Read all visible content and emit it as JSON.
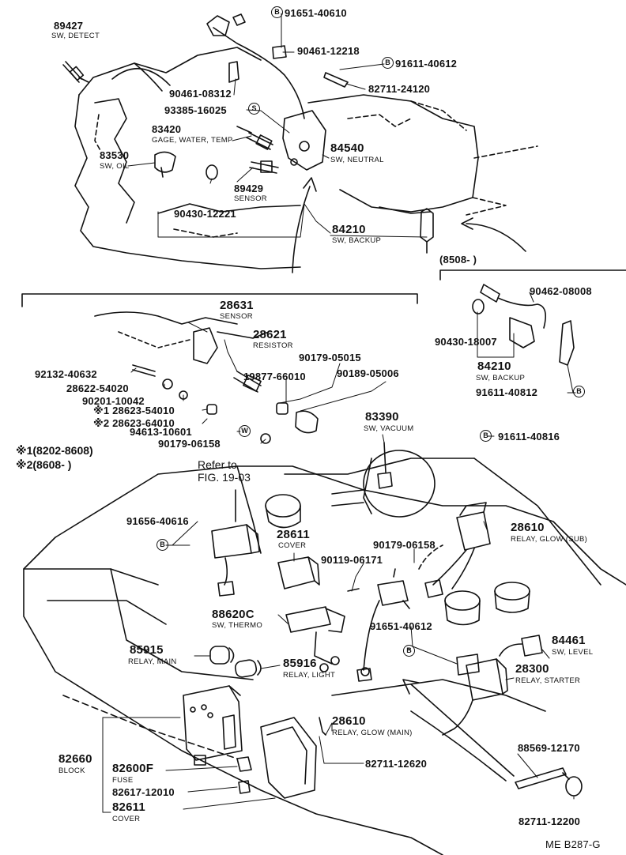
{
  "parts": {
    "p89427": "89427",
    "n89427": "SW, DETECT",
    "p91651_40610": "91651-40610",
    "p90461_12218": "90461-12218",
    "p91611_40612": "91611-40612",
    "p82711_24120": "82711-24120",
    "p90461_08312": "90461-08312",
    "p93385_16025": "93385-16025",
    "p83420": "83420",
    "n83420": "GAGE, WATER, TEMP",
    "p83530": "83530",
    "n83530": "SW, OIL",
    "p84540": "84540",
    "n84540": "SW, NEUTRAL",
    "p89429": "89429",
    "n89429": "SENSOR",
    "p90430_12221": "90430-12221",
    "p84210a": "84210",
    "n84210a": "SW, BACKUP",
    "range8508": "(8508-        )",
    "p90462_08008": "90462-08008",
    "p90430_18007": "90430-18007",
    "p84210b": "84210",
    "n84210b": "SW, BACKUP",
    "p91611_40812": "91611-40812",
    "p28631": "28631",
    "n28631": "SENSOR",
    "p28621": "28621",
    "n28621": "RESISTOR",
    "p92132_40632": "92132-40632",
    "p90179_05015": "90179-05015",
    "p19877_66010": "19877-66010",
    "p90189_05006": "90189-05006",
    "p28622_54020": "28622-54020",
    "p90201_10042": "90201-10042",
    "p28623_54010": "※1 28623-54010",
    "p28623_64010": "※2 28623-64010",
    "p94613_10601": "94613-10601",
    "p90179_06158a": "90179-06158",
    "p83390": "83390",
    "n83390": "SW, VACUUM",
    "p91611_40816": "91611-40816",
    "note1": "※1(8202-8608)",
    "note2": "※2(8608-        )",
    "refer": "Refer to",
    "fig": "FIG. 19-03",
    "p91656_40616": "91656-40616",
    "p28611": "28611",
    "n28611": "COVER",
    "p90179_06158b": "90179-06158",
    "p90119_06171": "90119-06171",
    "p28610a": "28610",
    "n28610a": "RELAY, GLOW (SUB)",
    "p88620c": "88620C",
    "n88620c": "SW, THERMO",
    "p91651_40612": "91651-40612",
    "p84461": "84461",
    "n84461": "SW, LEVEL",
    "p85915": "85915",
    "n85915": "RELAY, MAIN",
    "p85916": "85916",
    "n85916": "RELAY, LIGHT",
    "p28300": "28300",
    "n28300": "RELAY, STARTER",
    "p28610b": "28610",
    "n28610b": "RELAY, GLOW (MAIN)",
    "p88569_12170": "88569-12170",
    "p82660": "82660",
    "n82660": "BLOCK",
    "p82600f": "82600F",
    "n82600f": "FUSE",
    "p82711_12620": "82711-12620",
    "p82617_12010": "82617-12010",
    "p82611": "82611",
    "n82611": "COVER",
    "p82711_12200": "82711-12200",
    "code": "ME B287-G"
  },
  "markers": {
    "bolt": "B",
    "screw": "S",
    "washer": "W"
  }
}
